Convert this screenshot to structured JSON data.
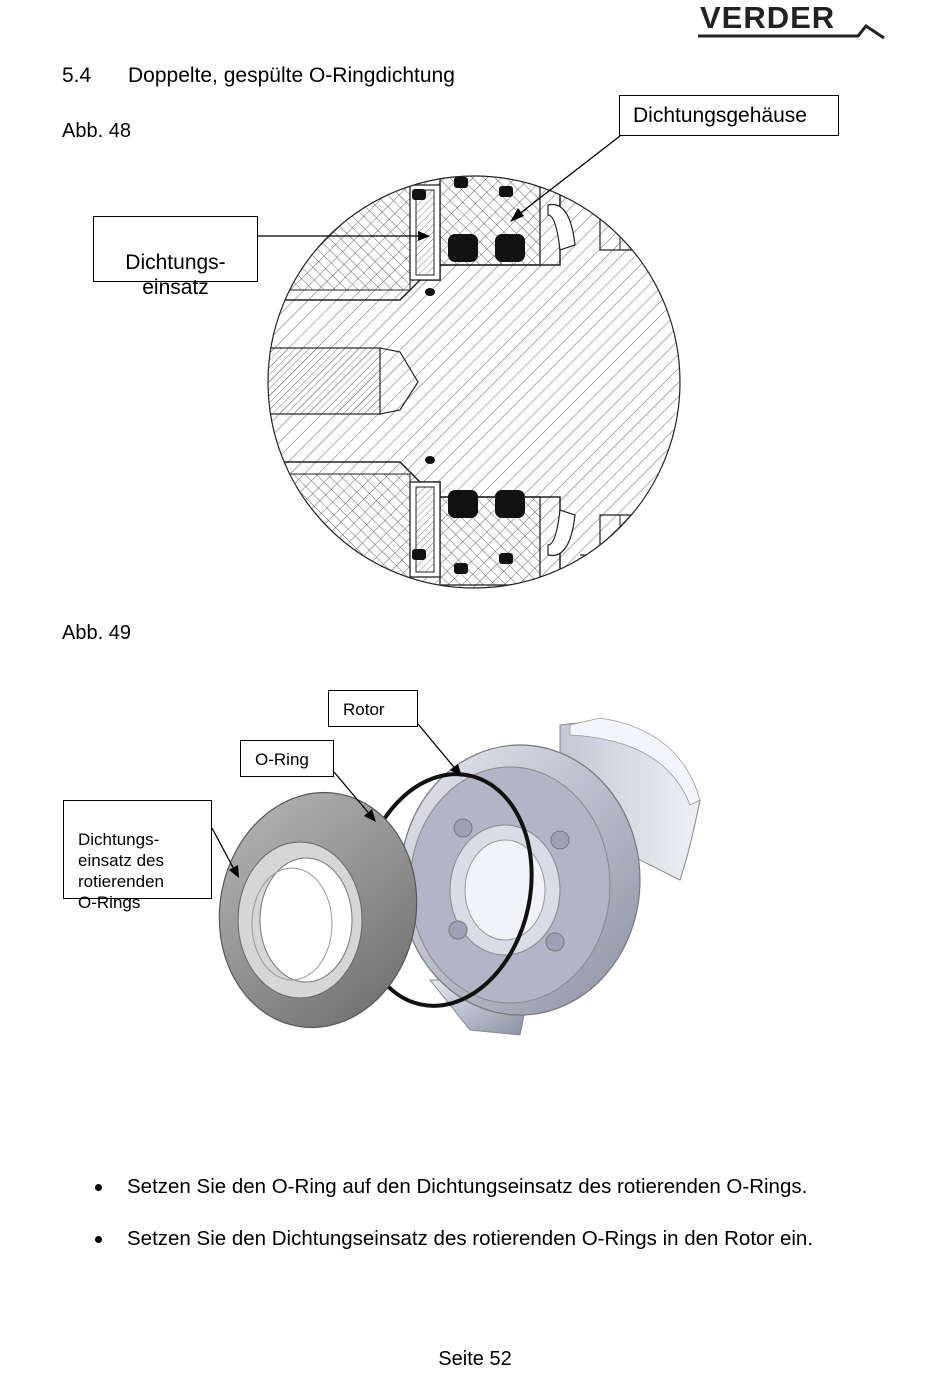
{
  "brand": {
    "logo_text": "VERDER"
  },
  "section": {
    "number": "5.4",
    "title": "Doppelte, gespülte O-Ringdichtung"
  },
  "figure48": {
    "label": "Abb. 48",
    "callouts": {
      "housing": "Dichtungsgehäuse",
      "insert": "Dichtungs-\neinsatz"
    }
  },
  "figure49": {
    "label": "Abb. 49",
    "callouts": {
      "rotor": "Rotor",
      "oring": "O-Ring",
      "insert": "Dichtungs-\neinsatz des\nrotierenden\nO-Rings"
    }
  },
  "instructions": [
    "Setzen Sie den O-Ring auf den Dichtungseinsatz des rotierenden O-Rings.",
    "Setzen Sie den Dichtungseinsatz des rotierenden O-Rings in den Rotor ein."
  ],
  "footer": {
    "page": "Seite 52"
  }
}
